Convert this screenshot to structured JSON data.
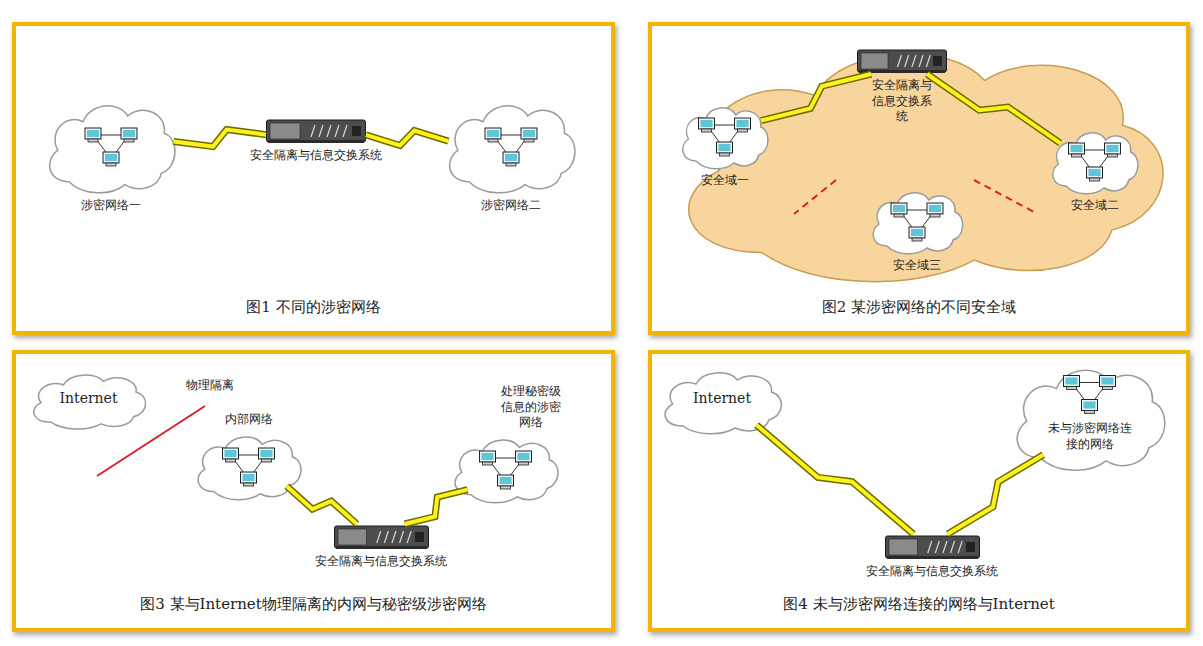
{
  "diagram": {
    "nodes": [
      {
        "text": [
          "图1 不同的涉密网络"
        ]
      },
      {
        "text": [
          "涉密网络一"
        ],
        "in": 0
      },
      {
        "text": [
          "安全隔离与信息交换系统"
        ],
        "in": 0
      },
      {
        "text": [
          "涉密网络二"
        ],
        "in": 0
      },
      {
        "text": [
          "图2 某涉密网络的不同安全域"
        ]
      },
      {
        "text": [
          "安全隔离与信息交换系统"
        ],
        "in": 4
      },
      {
        "text": [
          "安全域一"
        ],
        "in": 4
      },
      {
        "text": [
          "安全域二"
        ],
        "in": 4
      },
      {
        "text": [
          "安全域三"
        ],
        "in": 4
      },
      {
        "text": [
          "图3 某与Internet物理隔离的内网与秘密级涉密网络"
        ]
      },
      {
        "text": [
          "Internet"
        ],
        "in": 9
      },
      {
        "text": [
          "内部网络"
        ],
        "in": 9
      },
      {
        "text": [
          "安全隔离与信息交换系统"
        ],
        "in": 9
      },
      {
        "text": [
          "处理秘密级信息的涉密网络"
        ],
        "in": 9
      },
      {
        "text": [
          "图4 未与涉密网络连接的网络与Internet"
        ]
      },
      {
        "text": [
          "Internet"
        ],
        "in": 14
      },
      {
        "text": [
          "安全隔离与信息交换系统"
        ],
        "in": 14
      },
      {
        "text": [
          "未与涉密网络连接的网络"
        ],
        "in": 14
      }
    ],
    "edges": [
      {
        "from": 1,
        "to": 2,
        "arrow": "none"
      },
      {
        "from": 2,
        "to": 3,
        "arrow": "none"
      },
      {
        "from": 6,
        "to": 5,
        "arrow": "none"
      },
      {
        "from": 5,
        "to": 7,
        "arrow": "none"
      },
      {
        "from": 11,
        "to": 12,
        "arrow": "none"
      },
      {
        "from": 12,
        "to": 13,
        "arrow": "none"
      },
      {
        "from": 15,
        "to": 16,
        "arrow": "none"
      },
      {
        "from": 16,
        "to": 17,
        "arrow": "none"
      }
    ],
    "labels": [
      "物理隔离"
    ]
  }
}
